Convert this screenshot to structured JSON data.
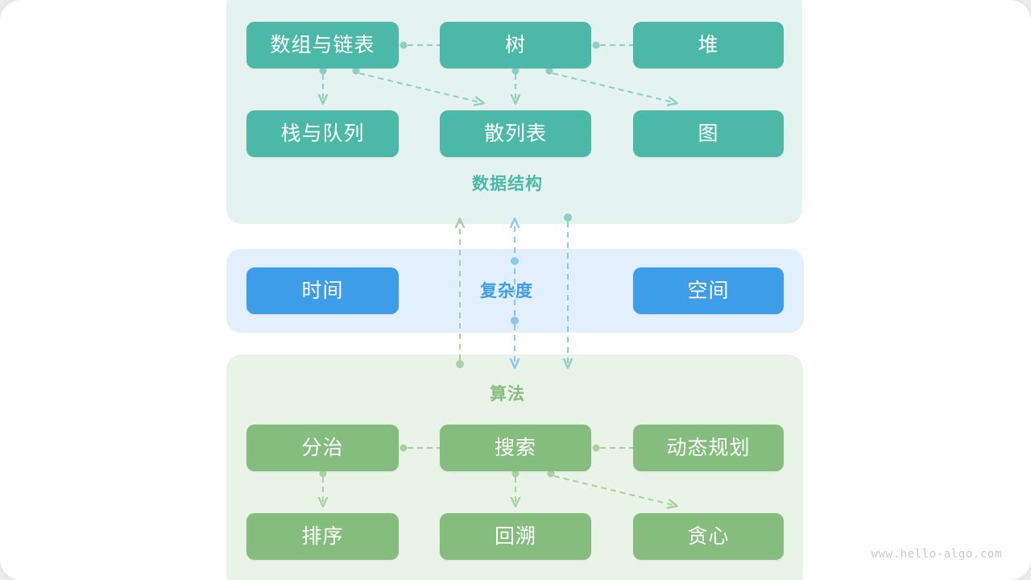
{
  "watermark": "www.hello-algo.com",
  "colors": {
    "teal": "#4cb8a8",
    "teal_panel": "#e5f3f0",
    "blue": "#3e9de9",
    "blue_panel": "#e2effc",
    "green": "#85bd7e",
    "green_panel": "#eaf3e7",
    "edge_teal": "#8fcec4",
    "edge_blue": "#8cc7f1",
    "edge_green": "#a9cfa3",
    "watermark_gray": "#c9c9c9",
    "canvas": "#ffffff"
  },
  "sections": {
    "data_structure": {
      "caption": "数据结构",
      "nodes": [
        {
          "id": "array-linkedlist",
          "label": "数组与链表"
        },
        {
          "id": "tree",
          "label": "树"
        },
        {
          "id": "heap",
          "label": "堆"
        },
        {
          "id": "stack-queue",
          "label": "栈与队列"
        },
        {
          "id": "hash-table",
          "label": "散列表"
        },
        {
          "id": "graph",
          "label": "图"
        }
      ],
      "edges": [
        {
          "from": "array-linkedlist",
          "to": "tree"
        },
        {
          "from": "tree",
          "to": "heap"
        },
        {
          "from": "array-linkedlist",
          "to": "stack-queue"
        },
        {
          "from": "array-linkedlist",
          "to": "hash-table"
        },
        {
          "from": "tree",
          "to": "hash-table"
        },
        {
          "from": "tree",
          "to": "graph"
        }
      ]
    },
    "complexity": {
      "caption": "复杂度",
      "nodes": [
        {
          "id": "time",
          "label": "时间"
        },
        {
          "id": "space",
          "label": "空间"
        }
      ]
    },
    "algorithm": {
      "caption": "算法",
      "nodes": [
        {
          "id": "divide-conquer",
          "label": "分治"
        },
        {
          "id": "search",
          "label": "搜索"
        },
        {
          "id": "dynamic-programming",
          "label": "动态规划"
        },
        {
          "id": "sorting",
          "label": "排序"
        },
        {
          "id": "backtracking",
          "label": "回溯"
        },
        {
          "id": "greedy",
          "label": "贪心"
        }
      ],
      "edges": [
        {
          "from": "divide-conquer",
          "to": "search"
        },
        {
          "from": "search",
          "to": "dynamic-programming"
        },
        {
          "from": "divide-conquer",
          "to": "sorting"
        },
        {
          "from": "search",
          "to": "backtracking"
        },
        {
          "from": "search",
          "to": "greedy"
        }
      ]
    }
  },
  "cross_section_links": [
    {
      "id": "algo-to-ds",
      "color": "#a9cfa3",
      "direction": "up"
    },
    {
      "id": "algo-to-complexity",
      "color": "#8cc7f1",
      "direction": "both"
    },
    {
      "id": "ds-to-complexity",
      "color": "#8fcec4",
      "direction": "down"
    }
  ]
}
